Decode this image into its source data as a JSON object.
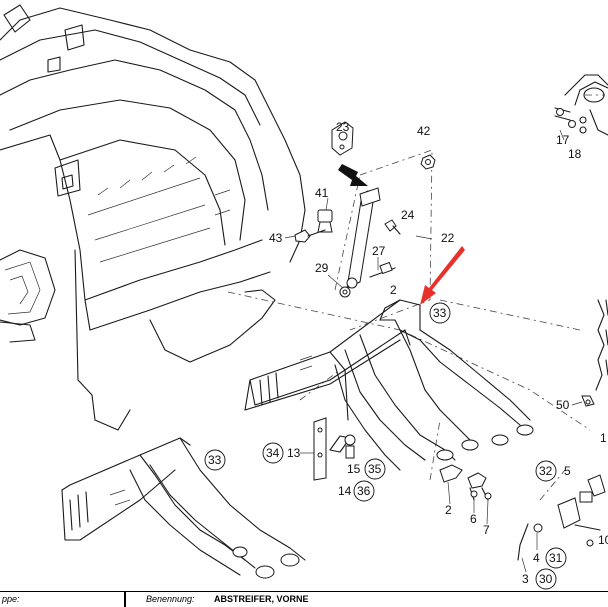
{
  "labels": {
    "l23": "23",
    "l42": "42",
    "l17": "17",
    "l18": "18",
    "l41": "41",
    "l24": "24",
    "l22": "22",
    "l43": "43",
    "l27": "27",
    "l29": "29",
    "l2a": "2",
    "l33a": "33",
    "l50": "50",
    "l1": "1",
    "l33b": "33",
    "l34": "34",
    "l13": "13",
    "l15": "15",
    "l35": "35",
    "l14": "14",
    "l36": "36",
    "l32": "32",
    "l5": "5",
    "l2b": "2",
    "l6": "6",
    "l7": "7",
    "l10": "10",
    "l4": "4",
    "l31": "31",
    "l3": "3",
    "l30": "30"
  },
  "footer": {
    "group_label": "ppe:",
    "name_label": "Benennung:",
    "name_value": "ABSTREIFER, VORNE"
  },
  "colors": {
    "arrow": "#e8312a",
    "line": "#1a1a1a"
  }
}
